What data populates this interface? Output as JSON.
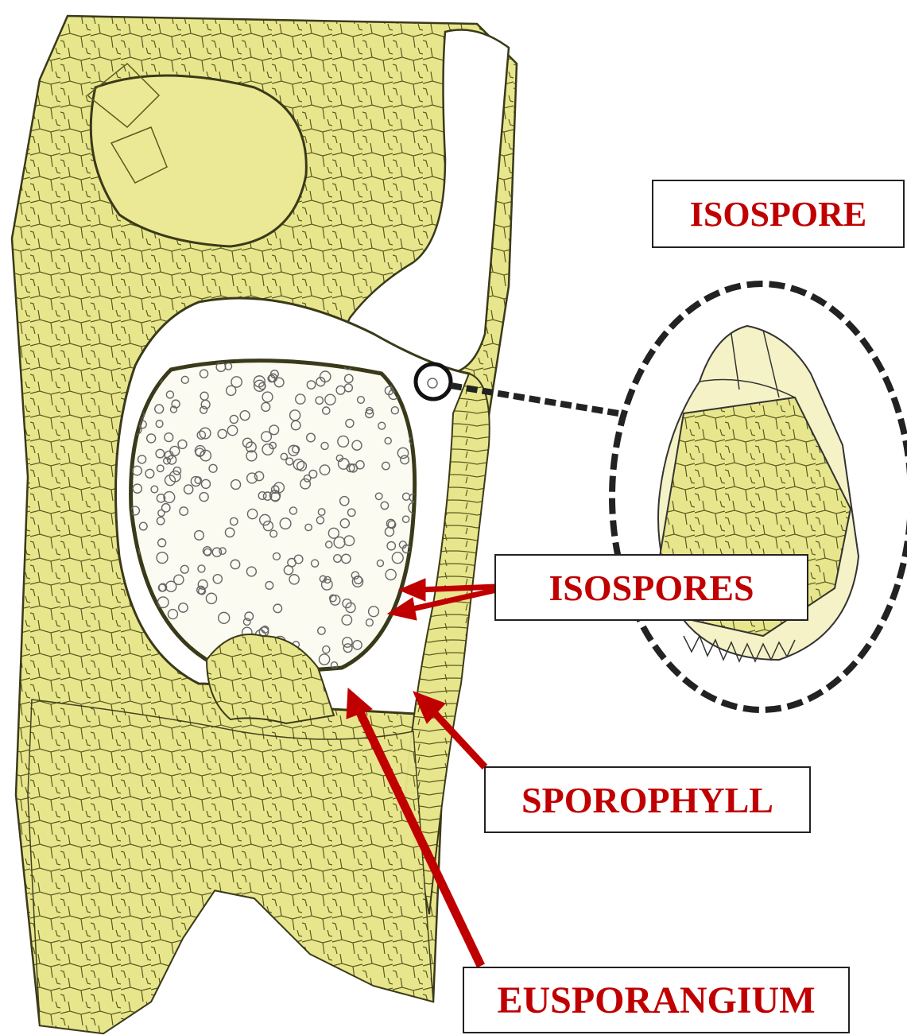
{
  "labels": {
    "isospore": "ISOSPORE",
    "isospores": "ISOSPORES",
    "sporophyll": "SPOROPHYLL",
    "eusporangium": "EUSPORANGIUM"
  },
  "colors": {
    "tissue_fill": "#e8e68c",
    "cell_line": "#3a3a1a",
    "arrow": "#c00000",
    "label_text": "#c00000"
  }
}
